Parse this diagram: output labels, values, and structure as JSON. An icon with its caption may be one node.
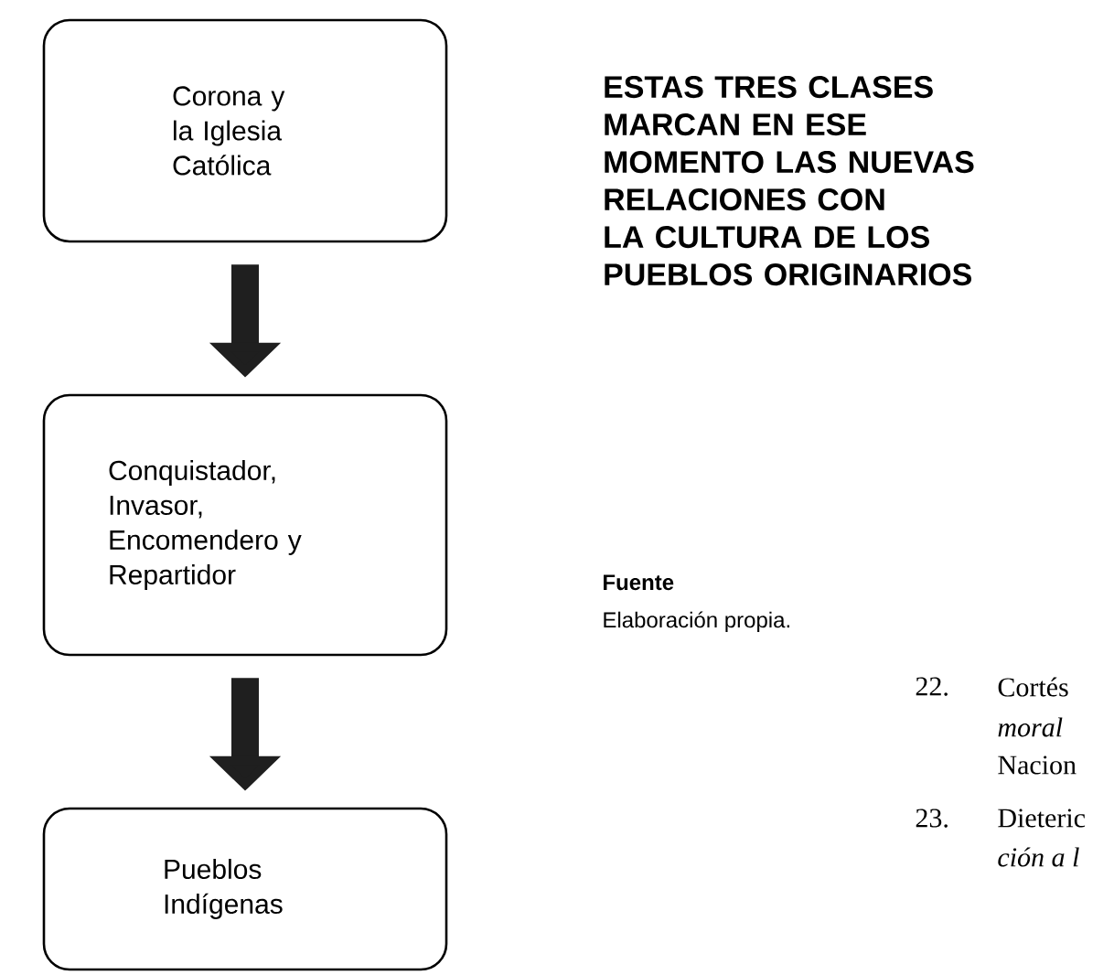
{
  "diagram": {
    "title": "ESTAS TRES CLASES MARCAN EN ESE MOMENTO LAS NUEVAS RELACIONES CON LA CULTURA DE LOS PUEBLOS ORIGINARIOS",
    "nodes": [
      {
        "text": [
          "Corona y la Iglesia Católica"
        ]
      },
      {
        "text": [
          "Conquistador, Invasor, Encomendero y Repartidor"
        ]
      },
      {
        "text": [
          "Pueblos Indígenas"
        ]
      }
    ],
    "edges": [
      {
        "from": 0,
        "to": 1,
        "arrow": "to"
      },
      {
        "from": 1,
        "to": 2,
        "arrow": "to"
      }
    ],
    "labels": [
      "Fuente",
      "Elaboración propia.",
      "22.",
      "Cortés",
      "moral",
      "Nacion",
      "23.",
      "Dieteric",
      "ción a l"
    ]
  }
}
